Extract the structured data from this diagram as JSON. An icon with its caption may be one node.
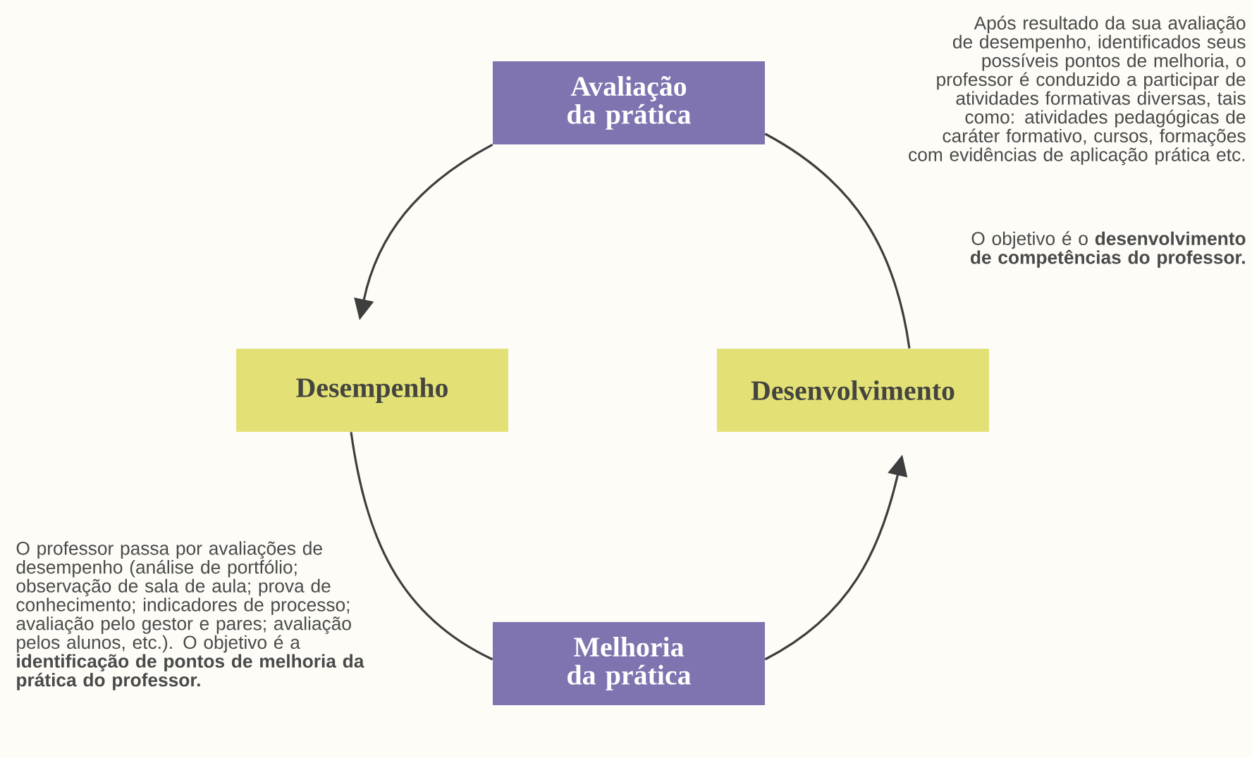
{
  "diagram": {
    "nodes": [
      {
        "text": [
          "Avaliação da prática"
        ]
      },
      {
        "text": [
          "Desempenho"
        ]
      },
      {
        "text": [
          "Desenvolvimento"
        ]
      },
      {
        "text": [
          "Melhoria da prática"
        ]
      }
    ],
    "edges": [
      {
        "from": 0,
        "to": 1,
        "arrow": "to"
      },
      {
        "from": 1,
        "to": 3,
        "arrow": "none"
      },
      {
        "from": 3,
        "to": 2,
        "arrow": "to"
      },
      {
        "from": 2,
        "to": 0,
        "arrow": "none"
      }
    ],
    "labels": [
      "Após resultado da sua avaliação de desempenho, identificados seus possíveis pontos de melhoria, o professor é conduzido a participar de atividades formativas diversas, tais como: atividades pedagógicas de caráter formativo, cursos, formações com evidências de aplicação prática etc.",
      "O objetivo é o **desenvolvimento de competências do professor.**",
      "O professor passa por avaliações de desempenho (análise de portfólio; observação de sala de aula; prova de conhecimento; indicadores de processo; avaliação pelo gestor e pares; avaliação pelos alunos, etc.). O objetivo é a **identificação de pontos de melhoria da prática do professor.**"
    ]
  }
}
